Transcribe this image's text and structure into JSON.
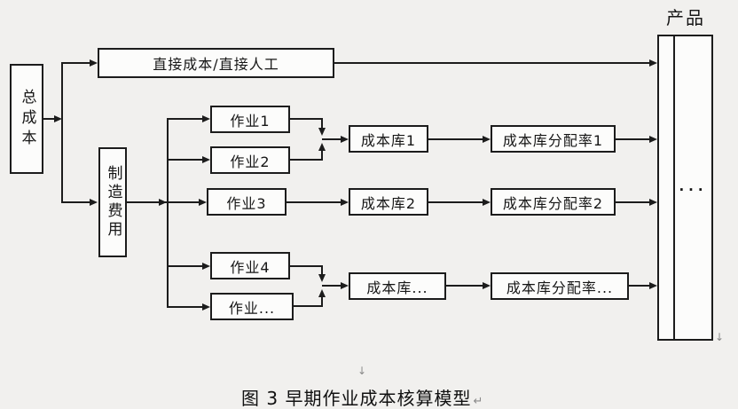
{
  "colors": {
    "background": "#f1f0ee",
    "box_fill": "#fcfcfb",
    "line": "#1c1c1c",
    "gray_mark": "#8a8a8a"
  },
  "nodes": {
    "total_cost": "总成本",
    "direct_cost": "直接成本/直接人工",
    "mfg_overhead": "制造费用",
    "activities": [
      "作业1",
      "作业2",
      "作业3",
      "作业4",
      "作业..."
    ],
    "pools": [
      "成本库1",
      "成本库2",
      "成本库..."
    ],
    "rates": [
      "成本库分配率1",
      "成本库分配率2",
      "成本库分配率..."
    ],
    "product_label": "产品",
    "product_content": "..."
  },
  "caption": {
    "text": "图 3 早期作业成本核算模型",
    "break_mark": "↵"
  },
  "marks": {
    "paragraph_down": "↓",
    "corner_down": "↓"
  }
}
